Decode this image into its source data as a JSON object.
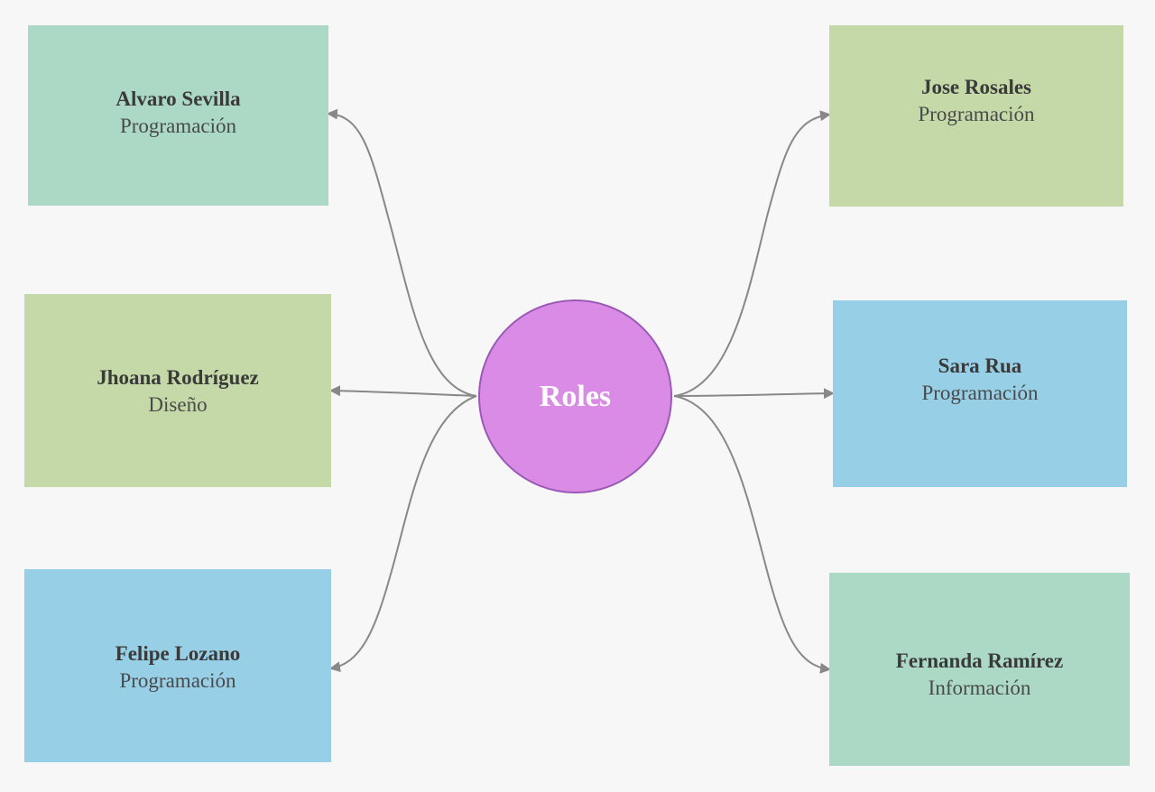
{
  "diagram": {
    "center": {
      "label": "Roles",
      "color": "#da8be6",
      "border_color": "#9b59b6"
    },
    "members": [
      {
        "id": "alvaro",
        "name": "Alvaro Sevilla",
        "role": "Programación",
        "color": "#abd9c6"
      },
      {
        "id": "jhoana",
        "name": "Jhoana Rodríguez",
        "role": "Diseño",
        "color": "#c4d9a7"
      },
      {
        "id": "felipe",
        "name": "Felipe Lozano",
        "role": "Programación",
        "color": "#97cfe7"
      },
      {
        "id": "jose",
        "name": "Jose Rosales",
        "role": "Programación",
        "color": "#c4d9a7"
      },
      {
        "id": "sara",
        "name": "Sara Rua",
        "role": "Programación",
        "color": "#97cfe7"
      },
      {
        "id": "fernanda",
        "name": "Fernanda Ramírez",
        "role": "Información",
        "color": "#abd9c6"
      }
    ],
    "connector_color": "#888888"
  }
}
